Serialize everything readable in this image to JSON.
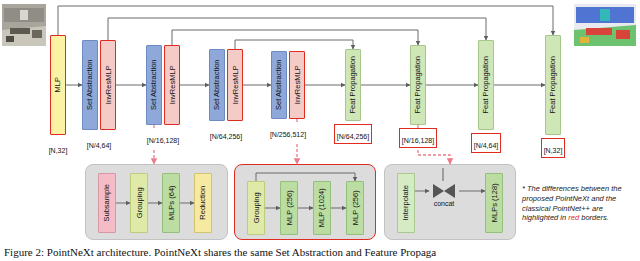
{
  "diagram": {
    "caption": "Figure 2: PointNeXt architecture. PointNeXt shares the same Set Abstraction and Feature Propaga",
    "nodes": [
      {
        "text": [
          "MLP"
        ]
      },
      {
        "text": [
          "Set Abstraction"
        ]
      },
      {
        "text": [
          "InvResMLP"
        ]
      },
      {
        "text": [
          "Set Abstraction"
        ]
      },
      {
        "text": [
          "InvResMLP"
        ]
      },
      {
        "text": [
          "Set Abstraction"
        ]
      },
      {
        "text": [
          "InvResMLP"
        ]
      },
      {
        "text": [
          "Set Abstraction"
        ]
      },
      {
        "text": [
          "InvResMLP"
        ]
      },
      {
        "text": [
          "Feat Propagation"
        ]
      },
      {
        "text": [
          "Feat Propagation"
        ]
      },
      {
        "text": [
          "Feat Propagation"
        ]
      },
      {
        "text": [
          "Feat Propagation"
        ]
      },
      {
        "text": []
      },
      {
        "text": [
          "Subsample"
        ],
        "in": 13
      },
      {
        "text": [
          "Grouping"
        ],
        "in": 13
      },
      {
        "text": [
          "MLPs (64)"
        ],
        "in": 13
      },
      {
        "text": [
          "Reduction"
        ],
        "in": 13
      },
      {
        "text": []
      },
      {
        "text": [
          "Grouping"
        ],
        "in": 18
      },
      {
        "text": [
          "MLP (256)"
        ],
        "in": 18
      },
      {
        "text": [
          "MLP (1024)"
        ],
        "in": 18
      },
      {
        "text": [
          "MLP (256)"
        ],
        "in": 18
      },
      {
        "text": []
      },
      {
        "text": [
          "Interpolate"
        ],
        "in": 23
      },
      {
        "text": [
          "concat"
        ],
        "in": 23
      },
      {
        "text": [
          "MLPs (128)"
        ],
        "in": 23
      }
    ],
    "edges": [
      {
        "from": 0,
        "to": 1,
        "arrow": "to"
      },
      {
        "from": 2,
        "to": 3,
        "arrow": "to"
      },
      {
        "from": 4,
        "to": 5,
        "arrow": "to"
      },
      {
        "from": 6,
        "to": 7,
        "arrow": "to"
      },
      {
        "from": 8,
        "to": 9,
        "arrow": "to"
      },
      {
        "from": 9,
        "to": 10,
        "arrow": "to"
      },
      {
        "from": 10,
        "to": 11,
        "arrow": "to"
      },
      {
        "from": 11,
        "to": 12,
        "arrow": "to"
      },
      {
        "from": 6,
        "to": 9,
        "arrow": "to"
      },
      {
        "from": 4,
        "to": 10,
        "arrow": "to"
      },
      {
        "from": 2,
        "to": 11,
        "arrow": "to"
      },
      {
        "from": 0,
        "to": 12,
        "arrow": "to"
      },
      {
        "from": 3,
        "to": 13,
        "arrow": "to"
      },
      {
        "from": 8,
        "to": 18,
        "arrow": "to"
      },
      {
        "from": 10,
        "to": 23,
        "arrow": "to"
      },
      {
        "from": 14,
        "to": 15,
        "arrow": "to"
      },
      {
        "from": 15,
        "to": 16,
        "arrow": "to"
      },
      {
        "from": 16,
        "to": 17,
        "arrow": "to"
      },
      {
        "from": 19,
        "to": 20,
        "arrow": "to"
      },
      {
        "from": 20,
        "to": 21,
        "arrow": "to"
      },
      {
        "from": 21,
        "to": 22,
        "arrow": "to"
      },
      {
        "from": 19,
        "to": 22,
        "arrow": "to"
      },
      {
        "from": 24,
        "to": 25,
        "arrow": "to"
      },
      {
        "from": 25,
        "to": 26,
        "arrow": "to"
      }
    ],
    "labels": [
      "[N,32]",
      "[N/4,64]",
      "[N/16,128]",
      "[N/64,256]",
      "[N/256,512]",
      "[N/64,256]",
      "[N/16,128]",
      "[N/4,64]",
      "[N,32]",
      "* The differences between the proposed PointNeXt and the classical PointNet++ are highlighted in",
      "red",
      "borders."
    ]
  }
}
